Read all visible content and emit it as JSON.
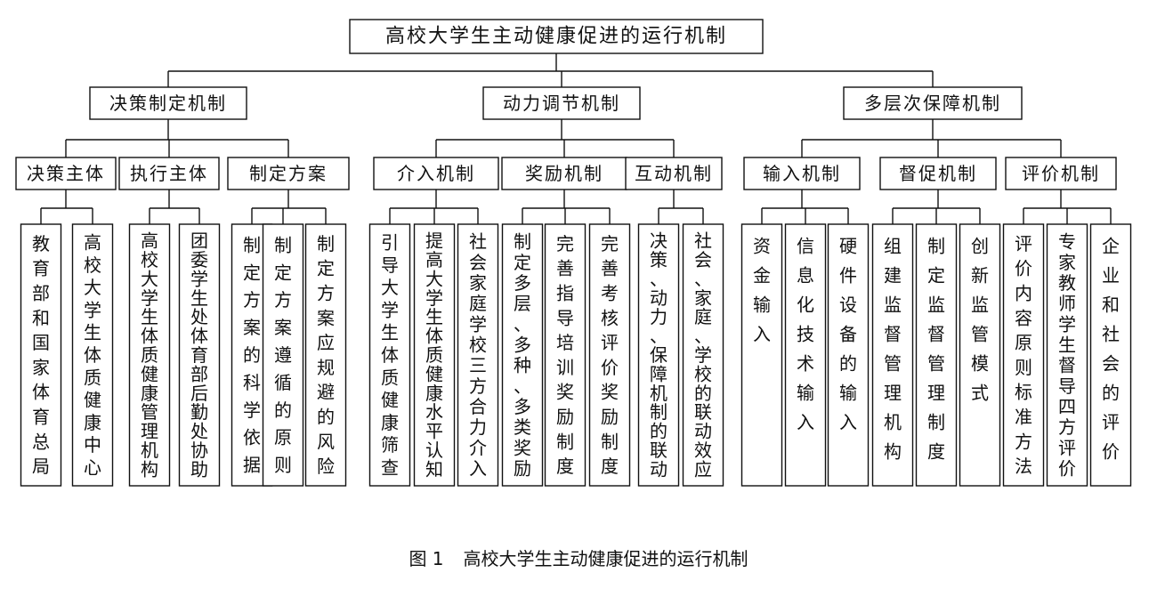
{
  "root": "高校大学生主动健康促进的运行机制",
  "branches": [
    {
      "label": "决策制定机制",
      "subs": [
        {
          "label": "决策主体",
          "leaves": [
            "教育部和国家体育总局",
            "高校大学生体质健康中心"
          ]
        },
        {
          "label": "执行主体",
          "leaves": [
            "高校大学生体质健康管理机构",
            "团委学生处体育部后勤处协助"
          ]
        },
        {
          "label": "制定方案",
          "leaves": [
            "制定方案的科学依据",
            "制定方案遵循的原则",
            "制定方案应规避的风险"
          ]
        }
      ]
    },
    {
      "label": "动力调节机制",
      "subs": [
        {
          "label": "介入机制",
          "leaves": [
            "引导大学生体质健康筛查",
            "提高大学生体质健康水平认知",
            "社会家庭学校三方合力介入"
          ]
        },
        {
          "label": "奖励机制",
          "leaves": [
            "制定多层、多种、多类奖励",
            "完善指导培训奖励制度",
            "完善考核评价奖励制度"
          ]
        },
        {
          "label": "互动机制",
          "leaves": [
            "决策、动力、保障机制的联动",
            "社会、家庭、学校的联动效应"
          ]
        }
      ]
    },
    {
      "label": "多层次保障机制",
      "subs": [
        {
          "label": "输入机制",
          "leaves": [
            "资金输入",
            "信息化技术输入",
            "硬件设备的输入"
          ]
        },
        {
          "label": "督促机制",
          "leaves": [
            "组建监督管理机构",
            "制定监督管理制度",
            "创新监管模式"
          ]
        },
        {
          "label": "评价机制",
          "leaves": [
            "评价内容原则标准方法",
            "专家教师学生督导四方评价",
            "企业和社会的评价"
          ]
        }
      ]
    }
  ],
  "caption": {
    "label": "图 1",
    "title": "高校大学生主动健康促进的运行机制"
  }
}
